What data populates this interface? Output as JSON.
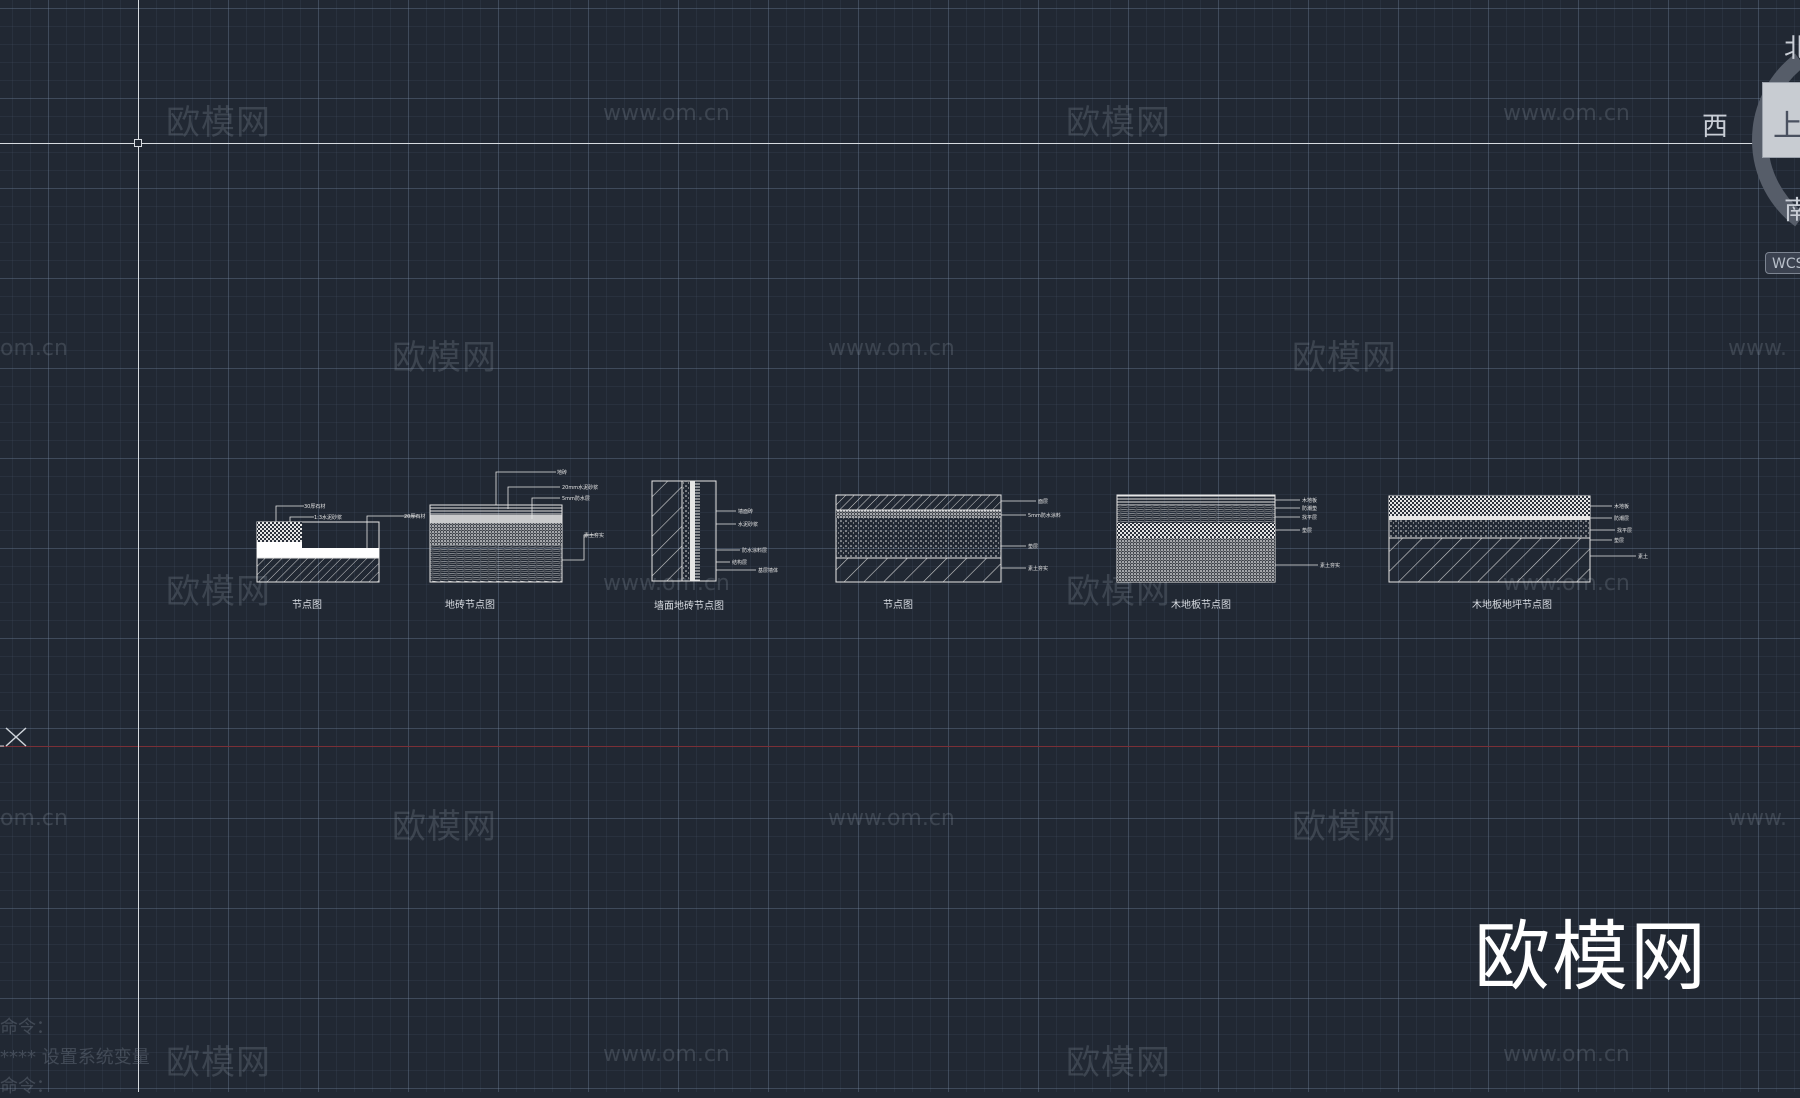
{
  "viewcube": {
    "north": "北",
    "west": "西",
    "south": "南",
    "top_face": "上",
    "wcs_label": "WCS"
  },
  "watermarks": {
    "brand": "欧模网",
    "url": "www.om.cn",
    "url_partial_left": "om.cn",
    "url_partial_right": "www."
  },
  "drawings": [
    {
      "caption": "节点图",
      "callouts": [
        "30厚石材",
        "1:3水泥砂浆",
        "20厚石材"
      ]
    },
    {
      "caption": "地砖节点图",
      "callouts": [
        "地砖",
        "20mm水泥砂浆",
        "5mm防水层",
        "素土夯实"
      ]
    },
    {
      "caption": "墙面地砖节点图",
      "callouts": [
        "墙面砖",
        "水泥砂浆",
        "防水涂料层",
        "结构层",
        "基层墙体"
      ]
    },
    {
      "caption": "节点图",
      "callouts": [
        "面层",
        "5mm防水涂料",
        "垫层",
        "素土夯实"
      ]
    },
    {
      "caption": "木地板节点图",
      "callouts": [
        "木地板",
        "防潮垫",
        "找平层",
        "垫层",
        "素土夯实"
      ]
    },
    {
      "caption": "木地板地坪节点图",
      "callouts": [
        "木地板",
        "防潮层",
        "找平层",
        "垫层",
        "素土"
      ]
    }
  ],
  "command_history": {
    "line1": "命令：",
    "line2": "****  设置系统变量",
    "line3": "命令："
  },
  "colors": {
    "background": "#212833",
    "crosshair": "#d7dbe0",
    "x_axis": "#7a2f36",
    "drawing": "#e6e6e6"
  }
}
